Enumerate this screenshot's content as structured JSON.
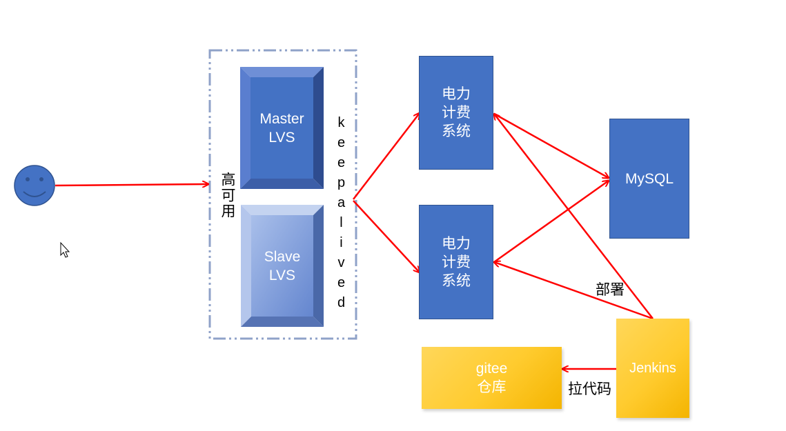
{
  "user": {
    "icon": "smiley-face-icon"
  },
  "ha_group": {
    "label": "高可用",
    "keepalived": "keepalived"
  },
  "lvs": {
    "master": "Master\nLVS",
    "slave": "Slave\nLVS"
  },
  "app": {
    "top": "电力\n计费\n系统",
    "bottom": "电力\n计费\n系统"
  },
  "db": {
    "label": "MySQL"
  },
  "ci": {
    "jenkins": "Jenkins",
    "repo": "gitee\n仓库"
  },
  "edges": {
    "deploy": "部署",
    "pull_code": "拉代码"
  },
  "colors": {
    "blue": "#4472C4",
    "gold": "#FFC000",
    "arrow": "#FF0000",
    "dash": "#8FA2C8"
  },
  "cursor": {
    "icon": "mouse-pointer-icon"
  }
}
